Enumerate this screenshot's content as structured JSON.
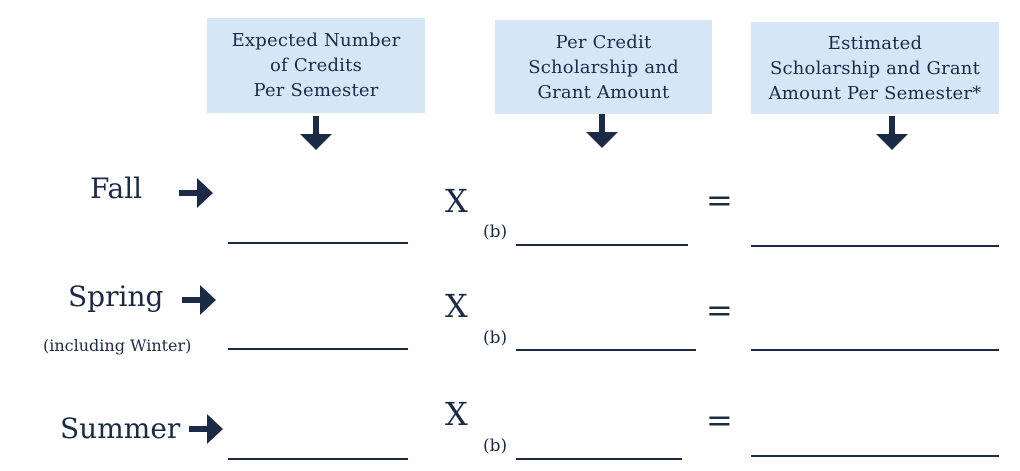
{
  "headers": {
    "credits": "Expected Number\nof Credits\nPer Semester",
    "per_credit": "Per Credit\nScholarship and\nGrant Amount",
    "estimated": "Estimated\nScholarship and Grant\nAmount Per Semester*"
  },
  "rows": [
    {
      "label": "Fall",
      "sublabel": "",
      "multiply": "X",
      "b_label": "(b)",
      "equals": "="
    },
    {
      "label": "Spring",
      "sublabel": "(including Winter)",
      "multiply": "X",
      "b_label": "(b)",
      "equals": "="
    },
    {
      "label": "Summer",
      "sublabel": "",
      "multiply": "X",
      "b_label": "(b)",
      "equals": "="
    }
  ],
  "colors": {
    "header_bg": "#d5e6f6",
    "ink": "#1b2a47"
  },
  "icons": {
    "column_arrow": "arrow-down-icon",
    "row_arrow": "arrow-right-icon"
  }
}
